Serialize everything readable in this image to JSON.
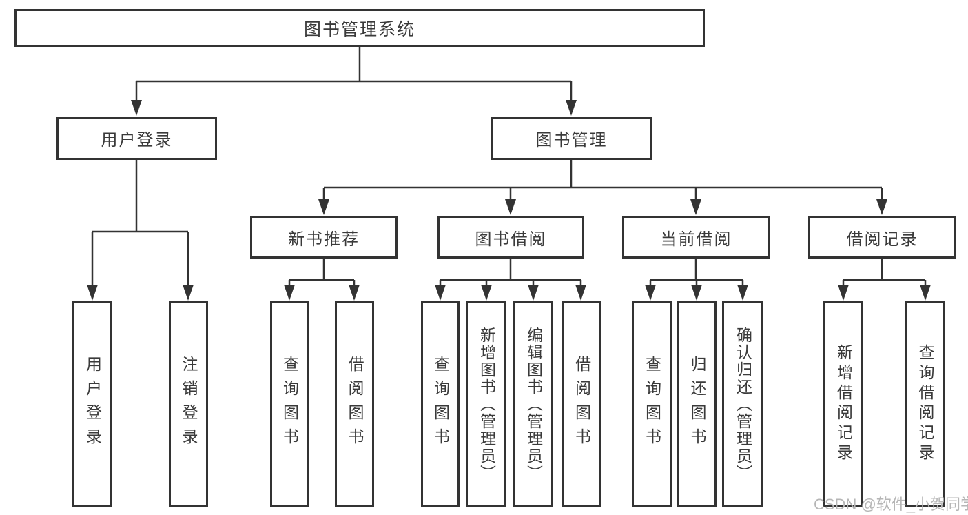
{
  "diagram": {
    "tree": {
      "label": "图书管理系统",
      "children": [
        {
          "label": "用户登录",
          "children": [
            {
              "label": "用户登录"
            },
            {
              "label": "注销登录"
            }
          ]
        },
        {
          "label": "图书管理",
          "children": [
            {
              "label": "新书推荐",
              "children": [
                {
                  "label": "查询图书"
                },
                {
                  "label": "借阅图书"
                }
              ]
            },
            {
              "label": "图书借阅",
              "children": [
                {
                  "label": "查询图书"
                },
                {
                  "label": "新增图书（管理员）"
                },
                {
                  "label": "编辑图书（管理员）"
                },
                {
                  "label": "借阅图书"
                }
              ]
            },
            {
              "label": "当前借阅",
              "children": [
                {
                  "label": "查询图书"
                },
                {
                  "label": "归还图书"
                },
                {
                  "label": "确认归还（管理员）"
                }
              ]
            },
            {
              "label": "借阅记录",
              "children": [
                {
                  "label": "新增借阅记录"
                },
                {
                  "label": "查询借阅记录"
                }
              ]
            }
          ]
        }
      ]
    },
    "colors": {
      "line": "#333333",
      "text": "#3a3a3a",
      "background": "#ffffff",
      "watermark_text_color": "#b6b6b6"
    }
  },
  "watermark": {
    "text": "CSDN @软件_小贺同学"
  }
}
